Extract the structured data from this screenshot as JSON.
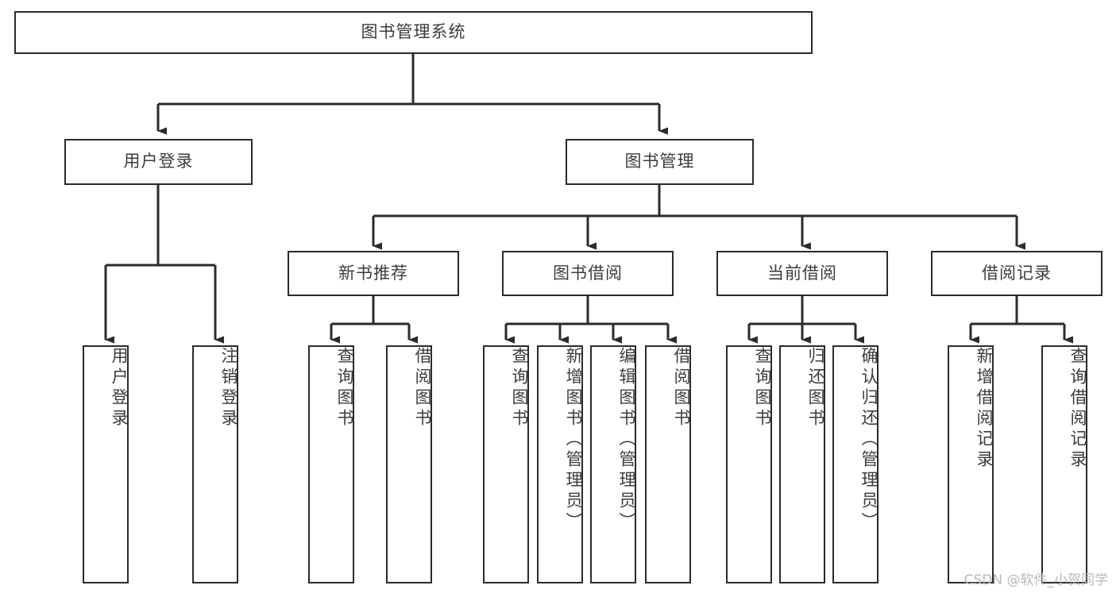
{
  "diagram": {
    "type": "tree-hierarchy-chart",
    "title": "图书管理系统",
    "watermark": "CSDN @软件_小贺同学",
    "colors": {
      "background": "#ffffff",
      "box_border": "#2b2b2b",
      "box_fill": "#ffffff",
      "text": "#3c3c3c",
      "connector": "#2b2b2b",
      "watermark": "#b9b9b9"
    },
    "root": {
      "label": "图书管理系统"
    },
    "level2": [
      {
        "label": "用户登录"
      },
      {
        "label": "图书管理"
      }
    ],
    "level3": [
      {
        "label": "新书推荐"
      },
      {
        "label": "图书借阅"
      },
      {
        "label": "当前借阅"
      },
      {
        "label": "借阅记录"
      }
    ],
    "leaves": {
      "user_login": [
        {
          "label": "用户登录"
        },
        {
          "label": "注销登录"
        }
      ],
      "new_book": [
        {
          "label": "查询图书"
        },
        {
          "label": "借阅图书"
        }
      ],
      "book_borrow": [
        {
          "label": "查询图书"
        },
        {
          "label": "新增图书（管理员）"
        },
        {
          "label": "编辑图书（管理员）"
        },
        {
          "label": "借阅图书"
        }
      ],
      "current_borrow": [
        {
          "label": "查询图书"
        },
        {
          "label": "归还图书"
        },
        {
          "label": "确认归还（管理员）"
        }
      ],
      "borrow_record": [
        {
          "label": "新增借阅记录"
        },
        {
          "label": "查询借阅记录"
        }
      ]
    }
  }
}
